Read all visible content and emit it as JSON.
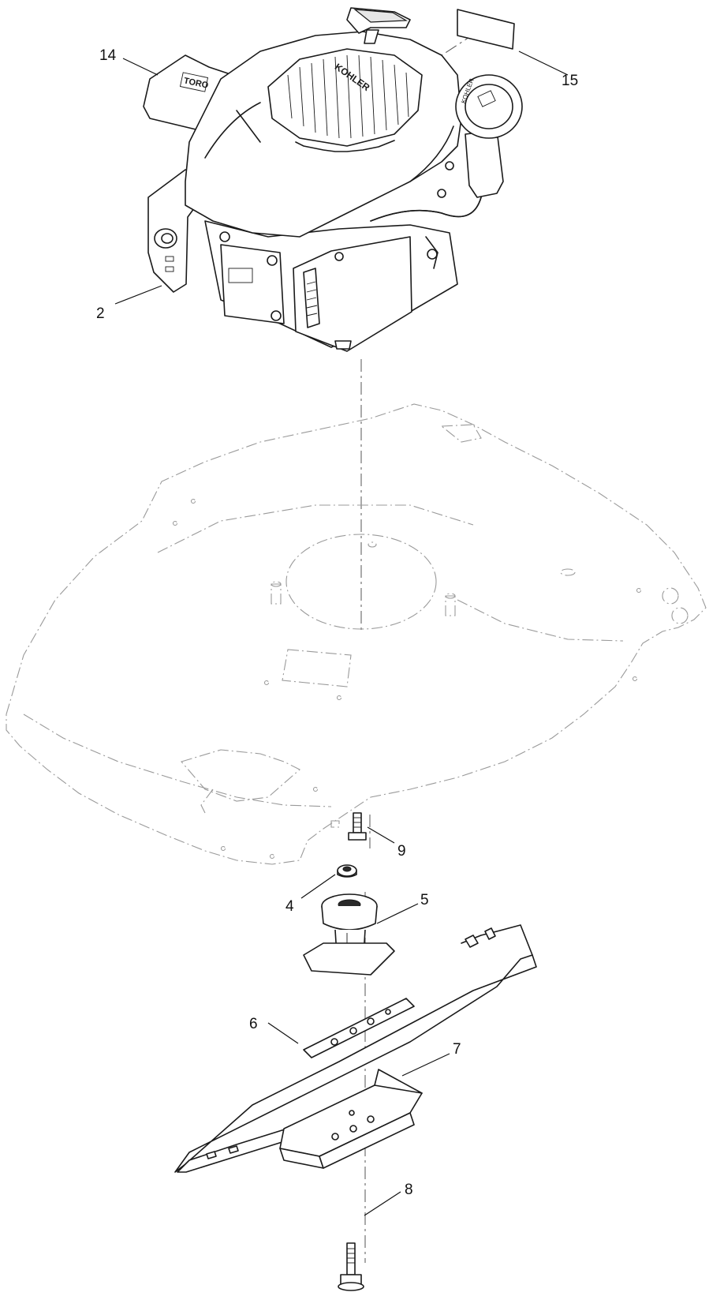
{
  "diagram": {
    "callouts": [
      {
        "id": "c14",
        "label": "14"
      },
      {
        "id": "c15",
        "label": "15"
      },
      {
        "id": "c2",
        "label": "2"
      },
      {
        "id": "c9",
        "label": "9"
      },
      {
        "id": "c4",
        "label": "4"
      },
      {
        "id": "c5",
        "label": "5"
      },
      {
        "id": "c6",
        "label": "6"
      },
      {
        "id": "c7",
        "label": "7"
      },
      {
        "id": "c8",
        "label": "8"
      }
    ],
    "markings": {
      "decal_logo": "TORO",
      "shroud_brand": "KOHLER",
      "oil_cap_brand": "KOHLER"
    }
  }
}
